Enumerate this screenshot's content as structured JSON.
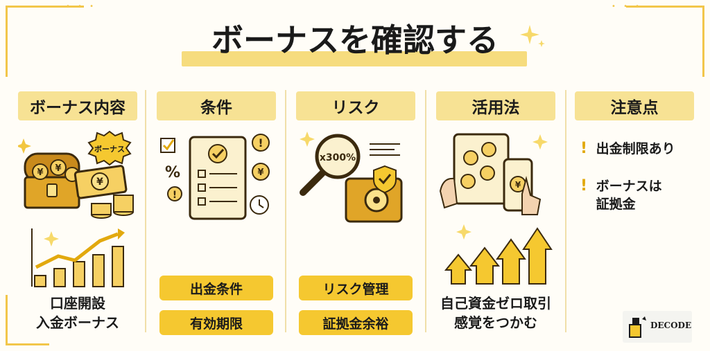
{
  "title": "ボーナスを確認する",
  "columns": [
    {
      "heading": "ボーナス内容",
      "badge": "ボーナス",
      "caption_lines": [
        "口座開設",
        "入金ボーナス"
      ]
    },
    {
      "heading": "条件",
      "pills": [
        "出金条件",
        "有効期限"
      ]
    },
    {
      "heading": "リスク",
      "magnifier_label": "x300%",
      "pills": [
        "リスク管理",
        "証拠金余裕"
      ]
    },
    {
      "heading": "活用法",
      "caption_lines": [
        "自己資金ゼロ取引",
        "感覚をつかむ"
      ]
    },
    {
      "heading": "注意点",
      "notes": [
        {
          "lines": [
            "出金制限あり"
          ]
        },
        {
          "lines": [
            "ボーナスは",
            "証拠金"
          ]
        }
      ]
    }
  ],
  "logo": {
    "text": "DECODE"
  },
  "colors": {
    "accent": "#f5c830",
    "header_bg": "#f7e294",
    "gold": "#e2a90e"
  }
}
